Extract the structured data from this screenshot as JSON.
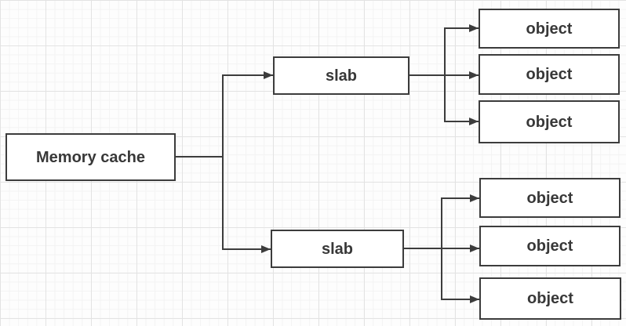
{
  "diagram": {
    "nodes": [
      {
        "id": "memory-cache",
        "label": "Memory cache"
      },
      {
        "id": "slab-1",
        "label": "slab"
      },
      {
        "id": "slab-2",
        "label": "slab"
      },
      {
        "id": "object-1",
        "label": "object"
      },
      {
        "id": "object-2",
        "label": "object"
      },
      {
        "id": "object-3",
        "label": "object"
      },
      {
        "id": "object-4",
        "label": "object"
      },
      {
        "id": "object-5",
        "label": "object"
      },
      {
        "id": "object-6",
        "label": "object"
      }
    ],
    "edges": [
      {
        "from": "memory-cache",
        "to": "slab-1",
        "arrow": "filled-triangle"
      },
      {
        "from": "memory-cache",
        "to": "slab-2",
        "arrow": "filled-triangle"
      },
      {
        "from": "slab-1",
        "to": "object-1",
        "arrow": "filled-triangle"
      },
      {
        "from": "slab-1",
        "to": "object-2",
        "arrow": "filled-triangle"
      },
      {
        "from": "slab-1",
        "to": "object-3",
        "arrow": "filled-triangle"
      },
      {
        "from": "slab-2",
        "to": "object-4",
        "arrow": "filled-triangle"
      },
      {
        "from": "slab-2",
        "to": "object-5",
        "arrow": "filled-triangle"
      },
      {
        "from": "slab-2",
        "to": "object-6",
        "arrow": "filled-triangle"
      }
    ],
    "colors": {
      "node_border": "#3c3c3c",
      "node_fill": "#ffffff",
      "text": "#383838",
      "connector": "#3c3c3c",
      "grid_minor": "#f3f3f3",
      "grid_major": "#e3e3e3",
      "canvas_background": "#fdfdfd"
    }
  }
}
